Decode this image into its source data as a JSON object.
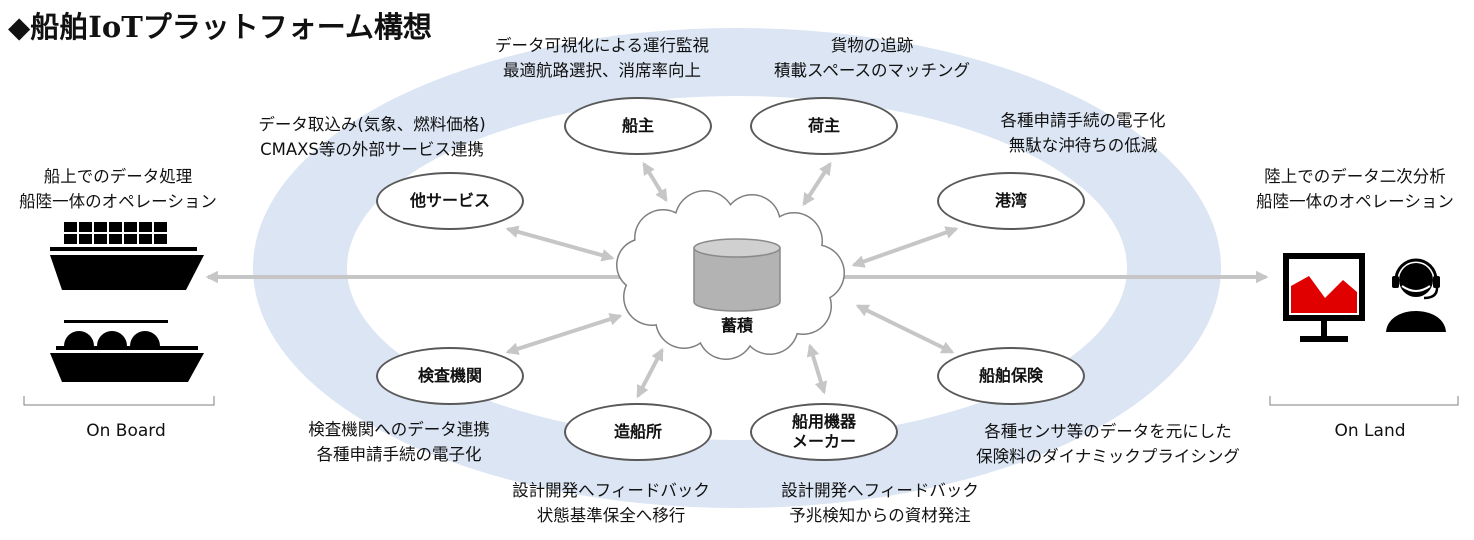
{
  "title": "◆船舶IoTプラットフォーム構想",
  "colors": {
    "ring": "#dbe5f3",
    "arrow": "#c6c6c6",
    "node_border": "#595959",
    "monitor_red": "#e00000",
    "icon_black": "#000000"
  },
  "center": {
    "label": "蓄積"
  },
  "nodes": {
    "shipowner": "船主",
    "shipper": "荷主",
    "other_services": "他サービス",
    "port": "港湾",
    "inspection": "検査機関",
    "shipyard": "造船所",
    "manufacturer_line1": "船用機器",
    "manufacturer_line2": "メーカー",
    "insurance": "船舶保険"
  },
  "notes": {
    "shipowner": [
      "データ可視化による運行監視",
      "最適航路選択、消席率向上"
    ],
    "shipper": [
      "貨物の追跡",
      "積載スペースのマッチング"
    ],
    "other_services": [
      "データ取込み(気象、燃料価格)",
      "CMAXS等の外部サービス連携"
    ],
    "port": [
      "各種申請手続の電子化",
      "無駄な沖待ちの低減"
    ],
    "inspection": [
      "検査機関へのデータ連携",
      "各種申請手続の電子化"
    ],
    "shipyard": [
      "設計開発へフィードバック",
      "状態基準保全へ移行"
    ],
    "manufacturer": [
      "設計開発へフィードバック",
      "予兆検知からの資材発注"
    ],
    "insurance": [
      "各種センサ等のデータを元にした",
      "保険料のダイナミックプライシング"
    ]
  },
  "onboard": {
    "notes": [
      "船上でのデータ処理",
      "船陸一体のオペレーション"
    ],
    "label": "On Board",
    "icons": [
      "container-ship-icon",
      "lng-carrier-icon"
    ]
  },
  "onland": {
    "notes": [
      "陸上でのデータ二次分析",
      "船陸一体のオペレーション"
    ],
    "label": "On Land",
    "icons": [
      "monitor-chart-icon",
      "operator-headset-icon"
    ]
  }
}
